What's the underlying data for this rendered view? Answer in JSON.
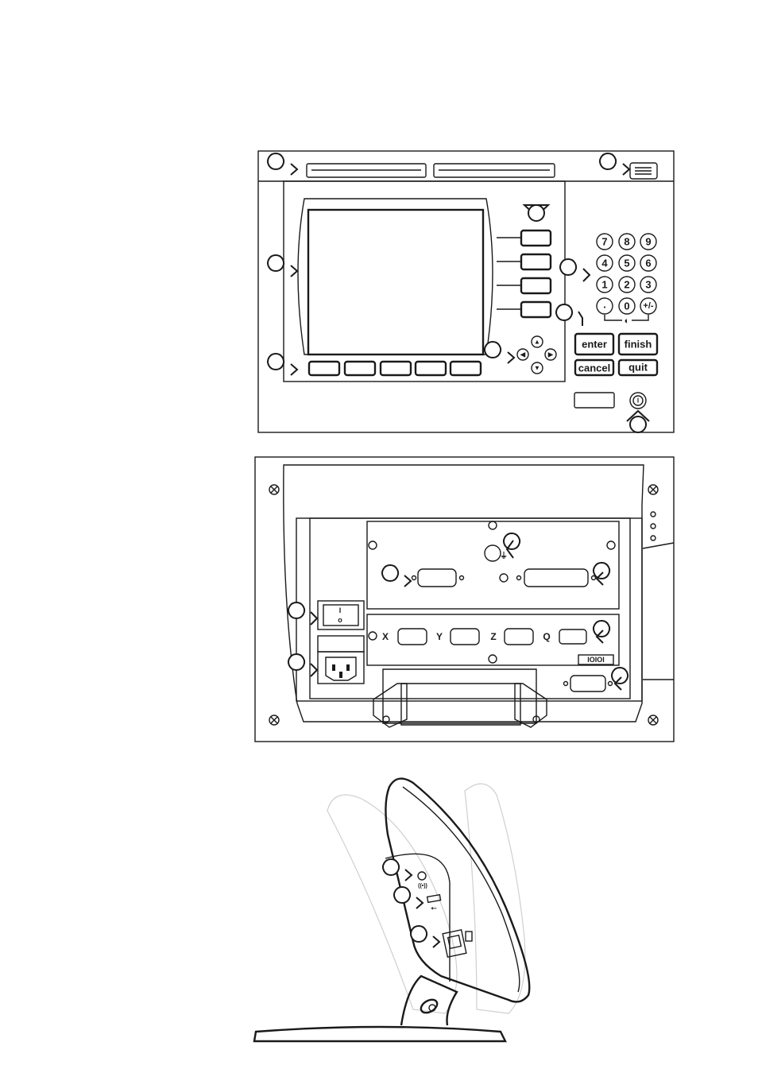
{
  "front_panel": {
    "keypad": {
      "rows": [
        [
          "7",
          "8",
          "9"
        ],
        [
          "4",
          "5",
          "6"
        ],
        [
          "1",
          "2",
          "3"
        ],
        [
          ".",
          "0",
          "+/-"
        ]
      ],
      "contrast_symbol": "◐"
    },
    "action_keys": {
      "enter": "enter",
      "finish": "finish",
      "cancel": "cancel",
      "quit": "quit"
    },
    "arrow_keys": {
      "up": "▲",
      "down": "▼",
      "left": "◀",
      "right": "▶"
    },
    "power_symbol": "I"
  },
  "rear_panel": {
    "switch_on": "I",
    "switch_off": "o",
    "axis_labels": [
      "X",
      "Y",
      "Z",
      "Q"
    ],
    "ground_symbol": "⏚",
    "serial_label": "IOIOI"
  },
  "side_view": {
    "sound_symbol": "((•))",
    "usb_symbol": "⭠"
  }
}
